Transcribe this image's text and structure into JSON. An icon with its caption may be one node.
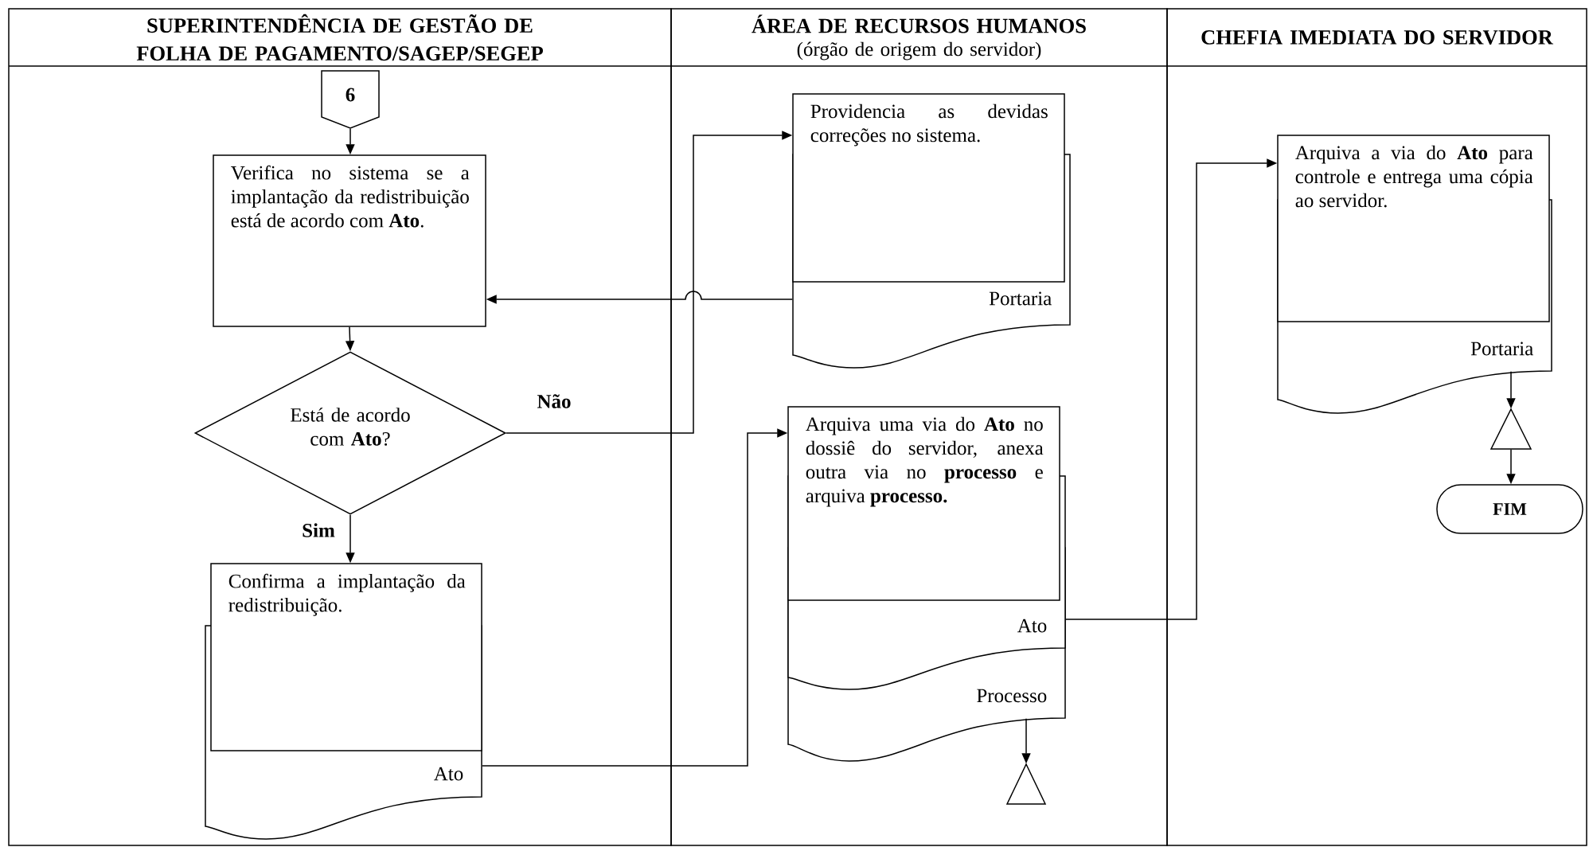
{
  "diagram": {
    "nodes": [
      {
        "text": [
          "SUPERINTENDÊNCIA DE GESTÃO DE FOLHA DE PAGAMENTO/SAGEP/SEGEP"
        ]
      },
      {
        "text": [
          "ÁREA DE RECURSOS HUMANOS",
          "(órgão de origem do servidor)"
        ]
      },
      {
        "text": [
          "CHEFIA IMEDIATA DO SERVIDOR"
        ]
      },
      {
        "text": [
          "6"
        ],
        "in": 0
      },
      {
        "text": [
          "Verifica no sistema se a implantação da redistribuição está de acordo com **Ato**."
        ],
        "in": 0
      },
      {
        "text": [
          "Está de acordo com **Ato**?"
        ],
        "in": 0
      },
      {
        "text": [
          "Confirma a implantação da redistribuição.",
          "Ato"
        ],
        "in": 0
      },
      {
        "text": [
          "Providencia as devidas correções no sistema.",
          "Portaria"
        ],
        "in": 1
      },
      {
        "text": [
          "Arquiva uma via do **Ato** no dossiê do servidor, anexa outra via no **processo** e arquiva **processo.**",
          "Ato",
          "Processo"
        ],
        "in": 1
      },
      {
        "text": [],
        "shape": "triangle",
        "in": 1
      },
      {
        "text": [
          "Arquiva a via do **Ato** para controle e entrega uma cópia ao servidor.",
          "Portaria"
        ],
        "in": 2
      },
      {
        "text": [],
        "shape": "triangle",
        "in": 2
      },
      {
        "text": [
          "FIM"
        ],
        "in": 2
      }
    ],
    "edges": [
      {
        "from": 3,
        "to": 4,
        "arrow": "to"
      },
      {
        "from": 4,
        "to": 5,
        "arrow": "to"
      },
      {
        "from": 5,
        "to": 6,
        "arrow": "to",
        "label": "Sim"
      },
      {
        "from": 5,
        "to": 7,
        "arrow": "to",
        "label": "Não"
      },
      {
        "from": 7,
        "to": 4,
        "arrow": "to"
      },
      {
        "from": 6,
        "to": 8,
        "arrow": "to"
      },
      {
        "from": 8,
        "to": 9,
        "arrow": "to"
      },
      {
        "from": 8,
        "to": 10,
        "arrow": "to"
      },
      {
        "from": 10,
        "to": 11,
        "arrow": "to"
      },
      {
        "from": 11,
        "to": 12,
        "arrow": "to"
      }
    ]
  }
}
